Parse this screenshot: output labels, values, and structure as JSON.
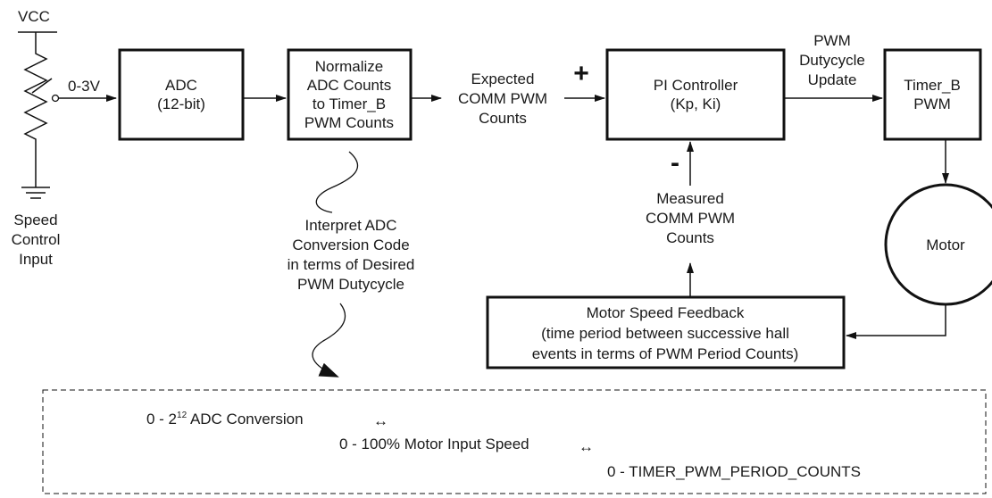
{
  "supply": {
    "vcc": "VCC",
    "voltage_range": "0-3V"
  },
  "input_label": {
    "line1": "Speed",
    "line2": "Control",
    "line3": "Input"
  },
  "adc": {
    "line1": "ADC",
    "line2": "(12-bit)"
  },
  "normalize": {
    "line1": "Normalize",
    "line2": "ADC Counts",
    "line3": "to Timer_B",
    "line4": "PWM Counts"
  },
  "expected": {
    "line1": "Expected",
    "line2": "COMM PWM",
    "line3": "Counts"
  },
  "signs": {
    "plus": "+",
    "minus": "-"
  },
  "pi": {
    "line1": "PI Controller",
    "line2": "(Kp, Ki)"
  },
  "pwm_update": {
    "line1": "PWM",
    "line2": "Dutycycle",
    "line3": "Update"
  },
  "timer_b": {
    "line1": "Timer_B",
    "line2": "PWM"
  },
  "motor": {
    "label": "Motor"
  },
  "measured": {
    "line1": "Measured",
    "line2": "COMM PWM",
    "line3": "Counts"
  },
  "feedback": {
    "line1": "Motor Speed Feedback",
    "line2": "(time period between successive hall",
    "line3": "events in terms of PWM Period Counts)"
  },
  "interpret": {
    "line1": "Interpret ADC",
    "line2": "Conversion Code",
    "line3": "in terms of Desired",
    "line4": "PWM Dutycycle"
  },
  "mapping": {
    "line1_prefix": "0 - 2",
    "line1_exp": "12",
    "line1_suffix": " ADC Conversion",
    "line2": "0 - 100% Motor Input Speed",
    "line3": "0 - TIMER_PWM_PERIOD_COUNTS",
    "arrow": "↔"
  }
}
